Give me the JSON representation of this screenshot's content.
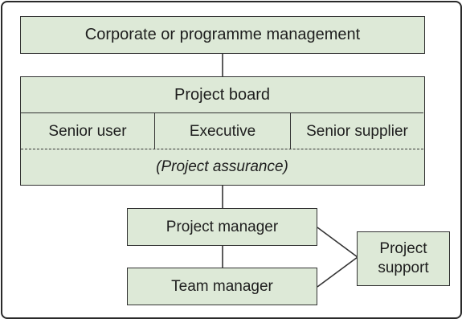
{
  "diagram": {
    "corporate": {
      "label": "Corporate or programme management"
    },
    "project_board": {
      "title": "Project board",
      "roles": [
        "Senior user",
        "Executive",
        "Senior supplier"
      ],
      "assurance": "(Project assurance)"
    },
    "project_manager": {
      "label": "Project manager"
    },
    "team_manager": {
      "label": "Team manager"
    },
    "project_support": {
      "lines": [
        "Project",
        "support"
      ]
    }
  },
  "colors": {
    "box_fill": "#dde9d7",
    "stroke": "#333333",
    "text": "#1e1e1e"
  }
}
